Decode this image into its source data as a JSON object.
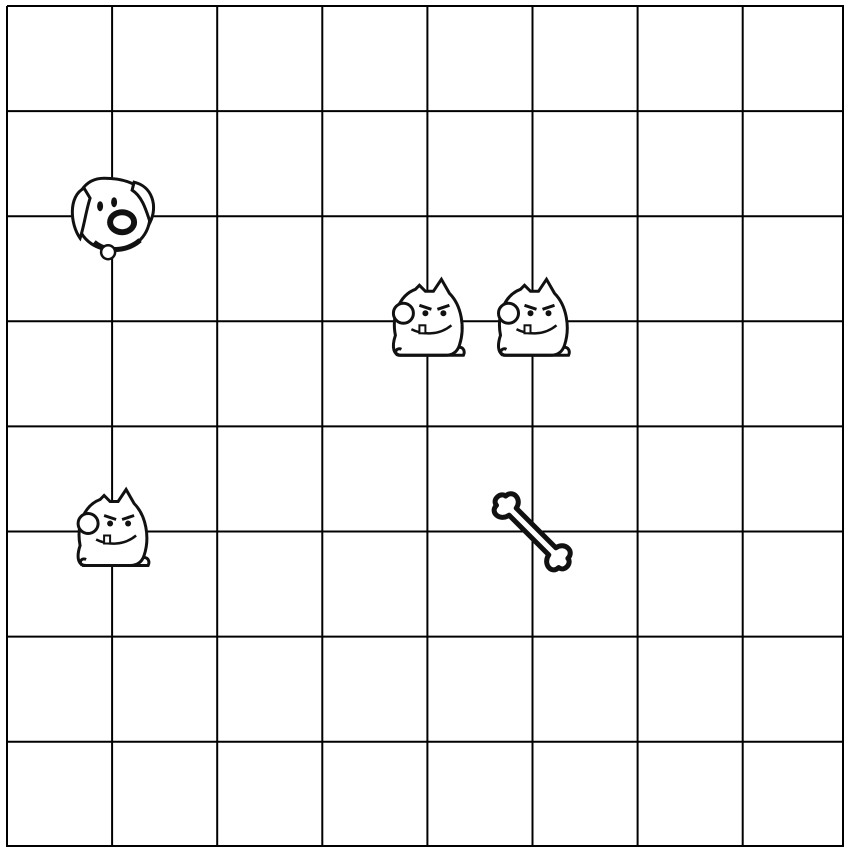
{
  "board": {
    "columns": 8,
    "rows": 8,
    "line_color": "#000000",
    "background": "#ffffff"
  },
  "pieces": [
    {
      "type": "player-dog",
      "icon": "happy-dog-icon",
      "col": 1,
      "row": 2
    },
    {
      "type": "enemy-bulldog",
      "icon": "grumpy-bulldog-icon",
      "col": 4,
      "row": 3
    },
    {
      "type": "enemy-bulldog",
      "icon": "grumpy-bulldog-icon",
      "col": 5,
      "row": 3
    },
    {
      "type": "enemy-bulldog",
      "icon": "grumpy-bulldog-icon",
      "col": 1,
      "row": 5
    },
    {
      "type": "goal-bone",
      "icon": "bone-icon",
      "col": 5,
      "row": 5
    }
  ]
}
